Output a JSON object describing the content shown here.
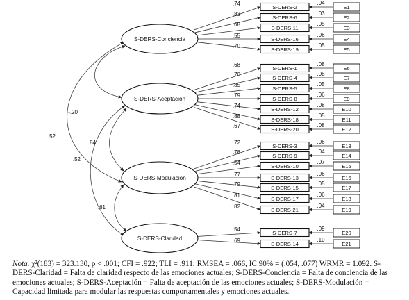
{
  "factors": [
    {
      "id": "conciencia",
      "label": "S-DERS-Conciencia",
      "items": [
        {
          "label": "S-DERS-2",
          "loading": ".74",
          "error": "E1",
          "error_loading": ".04"
        },
        {
          "label": "S-DERS-6",
          "loading": ".83",
          "error": "E2",
          "error_loading": ".03"
        },
        {
          "label": "S-DERS-11",
          "loading": ".68",
          "error": "E3",
          "error_loading": ".05"
        },
        {
          "label": "S-DERS-16",
          "loading": ".55",
          "error": "E4",
          "error_loading": ".06"
        },
        {
          "label": "S-DERS-19",
          "loading": ".70",
          "error": "E5",
          "error_loading": ".05"
        }
      ]
    },
    {
      "id": "aceptacion",
      "label": "S-DERS-Aceptación",
      "items": [
        {
          "label": "S-DERS-1",
          "loading": ".68",
          "error": "E6",
          "error_loading": ".08"
        },
        {
          "label": "S-DERS-4",
          "loading": ".70",
          "error": "E7",
          "error_loading": ".08"
        },
        {
          "label": "S-DERS-5",
          "loading": ".85",
          "error": "E8",
          "error_loading": ".05"
        },
        {
          "label": "S-DERS-8",
          "loading": ".79",
          "error": "E9",
          "error_loading": ".06"
        },
        {
          "label": "S-DERS-12",
          "loading": ".74",
          "error": "E10",
          "error_loading": ".08"
        },
        {
          "label": "S-DERS-18",
          "loading": ".88",
          "error": "E11",
          "error_loading": ".05"
        },
        {
          "label": "S-DERS-20",
          "loading": ".67",
          "error": "E12",
          "error_loading": ".08"
        }
      ]
    },
    {
      "id": "modulacion",
      "label": "S-DERS-Modulación",
      "items": [
        {
          "label": "S-DERS-3",
          "loading": ".72",
          "error": "E13",
          "error_loading": ".06"
        },
        {
          "label": "S-DERS-9",
          "loading": ".78",
          "error": "E14",
          "error_loading": ".04"
        },
        {
          "label": "S-DERS-10",
          "loading": ".54",
          "error": "E15",
          "error_loading": ".07"
        },
        {
          "label": "S-DERS-13",
          "loading": ".77",
          "error": "E16",
          "error_loading": ".06"
        },
        {
          "label": "S-DERS-15",
          "loading": ".79",
          "error": "E17",
          "error_loading": ".05"
        },
        {
          "label": "S-DERS-17",
          "loading": ".81",
          "error": "E18",
          "error_loading": ".06"
        },
        {
          "label": "S-DERS-21",
          "loading": ".82",
          "error": "E19",
          "error_loading": ".04"
        }
      ]
    },
    {
      "id": "claridad",
      "label": "S-DERS-Claridad",
      "items": [
        {
          "label": "S-DERS-7",
          "loading": ".54",
          "error": "E20",
          "error_loading": ".09"
        },
        {
          "label": "S-DERS-14",
          "loading": ".69",
          "error": "E21",
          "error_loading": ".10"
        }
      ]
    }
  ],
  "correlations": [
    {
      "from": "conciencia",
      "to": "modulacion",
      "value": ".52"
    },
    {
      "from": "conciencia",
      "to": "aceptacion",
      "value": "-.20"
    },
    {
      "from": "aceptacion",
      "to": "claridad",
      "value": ".84"
    },
    {
      "from": "aceptacion",
      "to": "modulacion",
      "value": ".52"
    },
    {
      "from": "modulacion",
      "to": "claridad",
      "value": ".61"
    }
  ],
  "note": {
    "label": "Nota.",
    "fit": "χ²(183) = 323.130, p < .001; CFI = .922; TLI = .911; RMSEA = .066, IC 90% = (.054, .077) WRMR = 1.092.",
    "definitions": "S-DERS-Claridad = Falta de claridad respecto de las emociones actuales; S-DERS-Conciencia = Falta de conciencia de las emociones actuales; S-DERS-Aceptación = Falta de aceptación de las emociones actuales; S-DERS-Modulación = Capacidad limitada para modular las respuestas comportamentales y emociones actuales."
  }
}
